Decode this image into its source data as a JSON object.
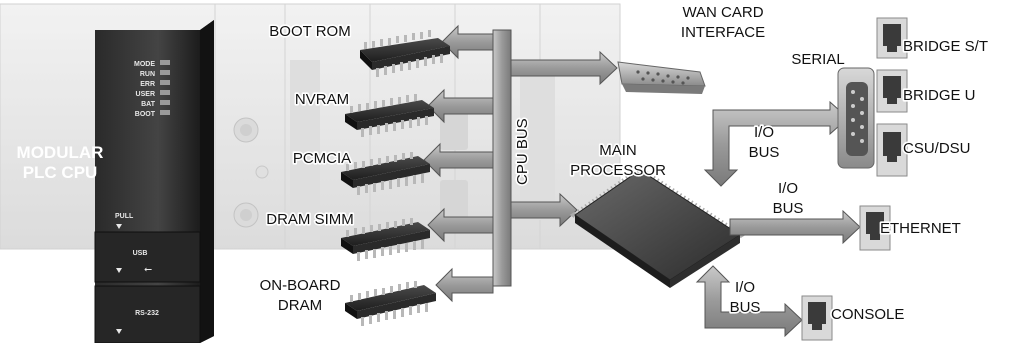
{
  "plc": {
    "title_line1": "MODULAR",
    "title_line2": "PLC CPU",
    "leds": [
      "MODE",
      "RUN",
      "ERR",
      "USER",
      "BAT",
      "BOOT"
    ],
    "port_labels": {
      "pull": "PULL",
      "usb": "USB",
      "rs232": "RS-232"
    }
  },
  "memory_chips": {
    "boot_rom": "BOOT ROM",
    "nvram": "NVRAM",
    "pcmcia": "PCMCIA",
    "dram_simm": "DRAM SIMM",
    "onboard_dram_line1": "ON-BOARD",
    "onboard_dram_line2": "DRAM"
  },
  "buses": {
    "cpu_bus": "CPU BUS",
    "io_bus_line1": "I/O",
    "io_bus_line2": "BUS"
  },
  "processor": {
    "line1": "MAIN",
    "line2": "PROCESSOR"
  },
  "wan": {
    "line1": "WAN CARD",
    "line2": "INTERFACE",
    "serial": "SERIAL",
    "ports": [
      "BRIDGE S/T",
      "BRIDGE U",
      "CSU/DSU"
    ]
  },
  "io_ports": {
    "ethernet": "ETHERNET",
    "console": "CONSOLE"
  }
}
